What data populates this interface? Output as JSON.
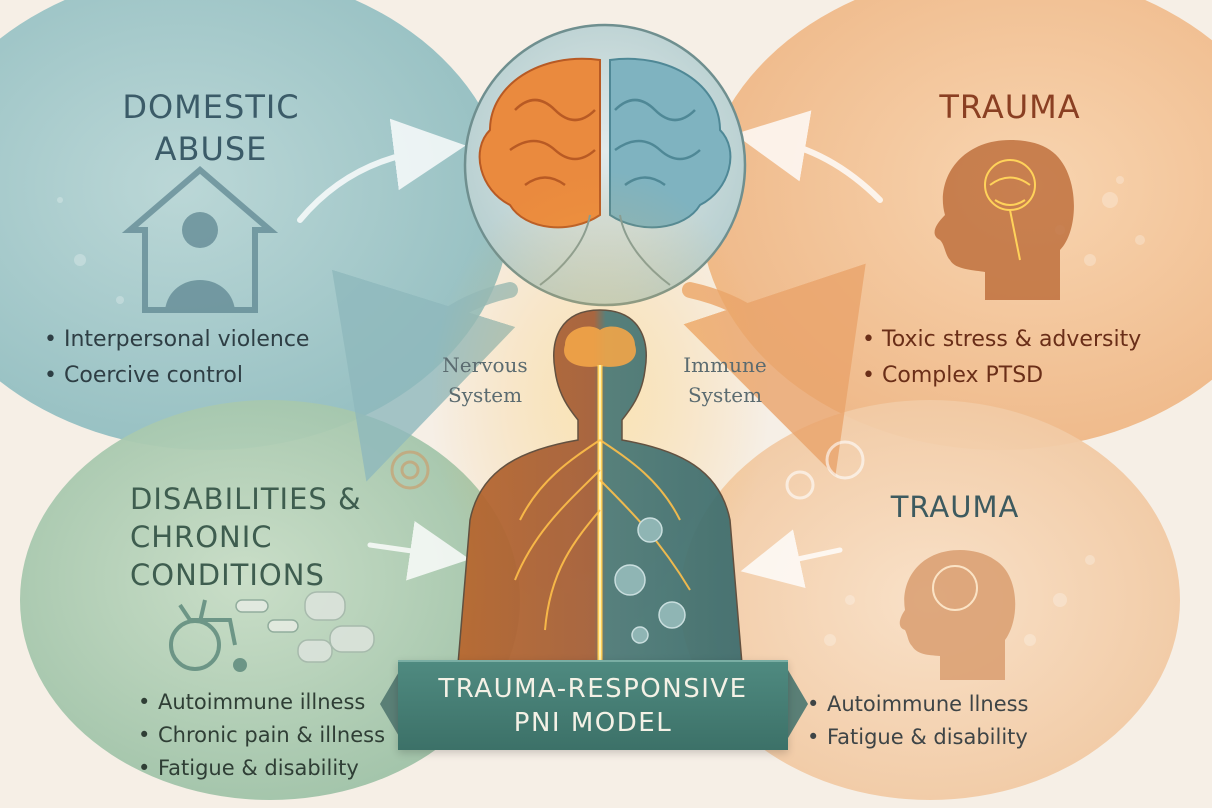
{
  "diagram": {
    "center_banner": {
      "line1": "TRAUMA-RESPONSIVE",
      "line2": "PNI MODEL"
    },
    "body_labels": {
      "nervous": [
        "Nervous",
        "System"
      ],
      "immune": [
        "Immune",
        "System"
      ]
    },
    "panels": {
      "top_left": {
        "title": [
          "DOMESTIC",
          "ABUSE"
        ],
        "bullets": [
          "Interpersonal violence",
          "Coercive control"
        ],
        "icon": "house-person-icon"
      },
      "top_right": {
        "title": "TRAUMA",
        "bullets": [
          "Toxic stress & adversity",
          "Complex PTSD"
        ],
        "icon": "head-neural-icon"
      },
      "bottom_left": {
        "title": [
          "DISABILITIES &",
          "CHRONIC",
          "CONDITIONS"
        ],
        "bullets": [
          "Autoimmune illness",
          "Chronic pain & illness",
          "Fatigue & disability"
        ],
        "icon": "wheelchair-pills-icon"
      },
      "bottom_right": {
        "title": "TRAUMA",
        "bullets": [
          "Autoimmune llness",
          "Fatigue & disability"
        ],
        "icon": "head-profile-icon"
      }
    },
    "colors": {
      "teal": "#7fb0b4",
      "peach": "#f0b784",
      "sage": "#9fc2a6",
      "banner": "#3f7a70",
      "nerve": "#f0a03a",
      "brain_left": "#e98a3c",
      "brain_right": "#7fb3c0"
    }
  }
}
